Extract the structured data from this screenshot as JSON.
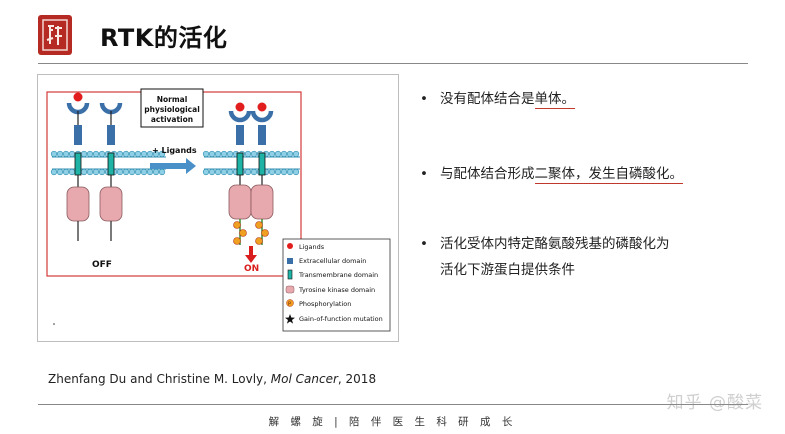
{
  "header": {
    "title": "RTK的活化",
    "logo_text": "解"
  },
  "figure": {
    "activation_box": [
      "Normal",
      "physiological",
      "activation"
    ],
    "ligands_arrow_label": "+ Ligands",
    "off_label": "OFF",
    "on_label": "ON",
    "legend": [
      {
        "label": "Ligands",
        "icon": "red-dot-icon",
        "color": "#e11d1d"
      },
      {
        "label": "Extracellular domain",
        "icon": "blue-square-icon",
        "color": "#3a6fa8"
      },
      {
        "label": "Transmembrane domain",
        "icon": "teal-bar-icon",
        "color": "#1fb3a6"
      },
      {
        "label": "Tyrosine kinase domain",
        "icon": "pink-rounded-icon",
        "color": "#e7a9ad"
      },
      {
        "label": "Phosphorylation",
        "icon": "p-circle-icon",
        "color": "#f0a020"
      },
      {
        "label": "Gain-of-function mutation",
        "icon": "star-icon",
        "color": "#111111"
      }
    ],
    "phospho_letter": "P"
  },
  "bullets": [
    {
      "pre": "没有配体结合是",
      "underlined": "单体。",
      "post": ""
    },
    {
      "pre": "与配体结合形成",
      "underlined": "二聚体，发生自磷酸化。",
      "post": ""
    },
    {
      "line1": "活化受体内特定酪氨酸残基的磷酸化为",
      "line2": "活化下游蛋白提供条件"
    }
  ],
  "citation": {
    "authors": "Zhenfang Du and Christine M. Lovly, ",
    "journal": "Mol Cancer",
    "year": ", 2018"
  },
  "footer": {
    "text": "解 螺 旋   |   陪 伴 医 生 科 研 成 长"
  },
  "watermark": {
    "text": "知乎 @酸菜"
  }
}
